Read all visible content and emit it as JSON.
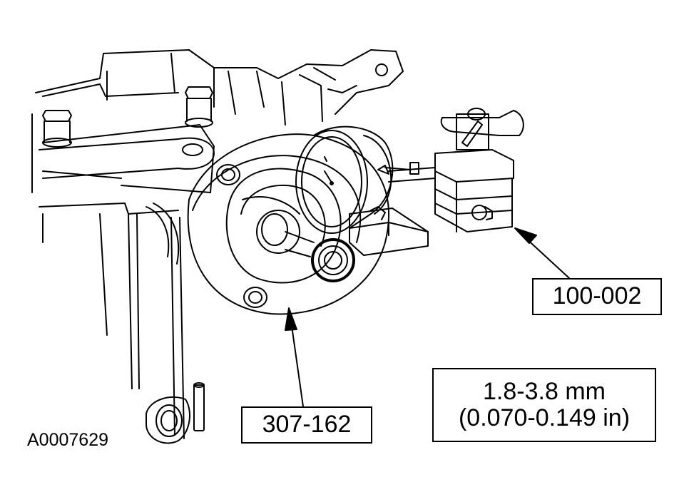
{
  "callouts": {
    "tool_100": "100-002",
    "tool_307": "307-162"
  },
  "spec": {
    "mm": "1.8-3.8 mm",
    "inch": "(0.070-0.149 in)"
  },
  "figure_id": "A0007629",
  "colors": {
    "line": "#000000",
    "background": "#ffffff"
  }
}
